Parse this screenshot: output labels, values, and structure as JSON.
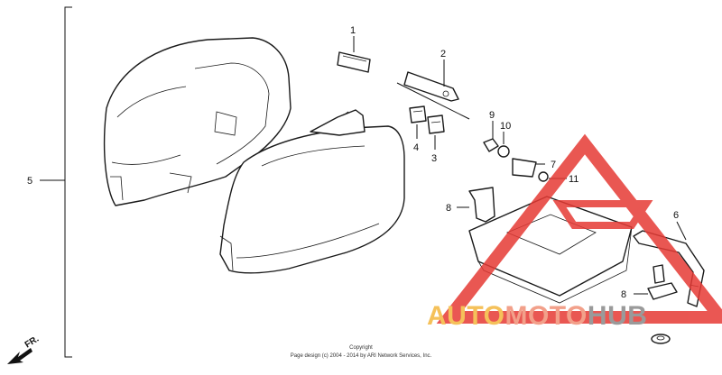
{
  "callouts": {
    "c1": "1",
    "c2": "2",
    "c3": "3",
    "c4": "4",
    "c5": "5",
    "c6": "6",
    "c7": "7",
    "c8a": "8",
    "c8b": "8",
    "c9": "9",
    "c10": "10",
    "c11": "11"
  },
  "direction_label": "FR.",
  "copyright": {
    "line1": "Copyright",
    "line2": "Page design (c) 2004 - 2014 by ARI Network Services, Inc."
  },
  "watermark": {
    "part1": "AUTO",
    "part2": "MOTO",
    "part3": "HUB"
  },
  "colors": {
    "line": "#111111",
    "watermark_triangle": "#e63a35",
    "watermark_yellow": "#f5c15a",
    "watermark_salmon": "#f2a08a",
    "watermark_gray": "#9a9a9a"
  }
}
